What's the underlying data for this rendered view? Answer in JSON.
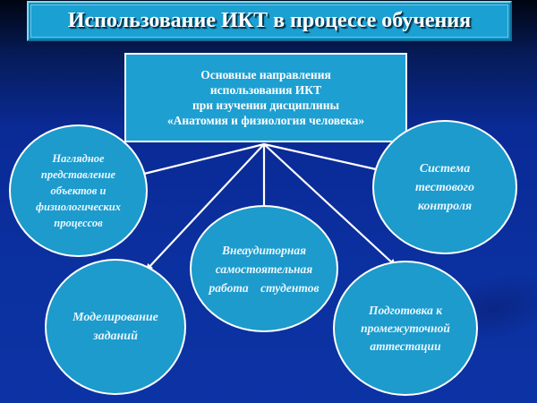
{
  "slide": {
    "title": "Использование ИКТ в процессе обучения",
    "center_box": {
      "lines": [
        "Основные направления",
        "использования ИКТ",
        "при изучении дисциплины",
        "«Анатомия и физиология человека»"
      ]
    },
    "nodes": [
      {
        "id": "visual-representation",
        "lines": [
          "Наглядное",
          "представление",
          "объектов и",
          "физиологических",
          "процессов"
        ]
      },
      {
        "id": "test-control",
        "lines": [
          "Система",
          "тестового",
          "контроля"
        ]
      },
      {
        "id": "independent-work",
        "lines": [
          "Внеаудиторная",
          "самостоятельная",
          "работа    студентов"
        ]
      },
      {
        "id": "task-modeling",
        "lines": [
          "Моделирование",
          "заданий"
        ]
      },
      {
        "id": "intermediate-certification",
        "lines": [
          "Подготовка к",
          "промежуточной",
          "аттестации"
        ]
      }
    ],
    "colors": {
      "background_top": "#000512",
      "background_main": "#0b2f9e",
      "box_fill": "#1e9fd1",
      "circle_fill": "#1c9bcc",
      "outline": "#ffffff",
      "text": "#ffffff"
    }
  }
}
